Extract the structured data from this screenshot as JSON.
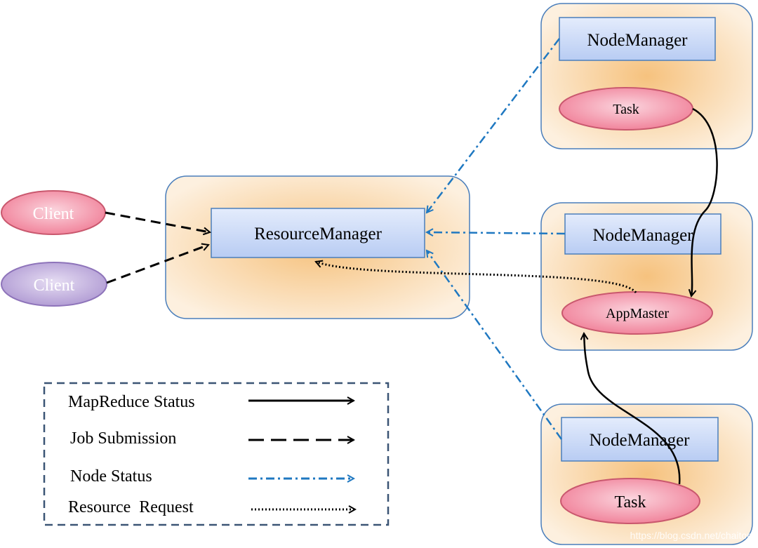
{
  "diagram": {
    "resource_manager": {
      "label": "ResourceManager"
    },
    "clients": [
      {
        "label": "Client"
      },
      {
        "label": "Client"
      }
    ],
    "node_managers": [
      {
        "label": "NodeManager",
        "child": "Task"
      },
      {
        "label": "NodeManager",
        "child": "AppMaster"
      },
      {
        "label": "NodeManager",
        "child": "Task"
      }
    ],
    "legend": [
      {
        "label": "MapReduce Status",
        "style": "solid"
      },
      {
        "label": "Job Submission",
        "style": "dashed"
      },
      {
        "label": "Node Status",
        "style": "dash-dot"
      },
      {
        "label": "Resource  Request",
        "style": "dotted"
      }
    ],
    "watermark": "https://blog.csdn.net/chaiton",
    "colors": {
      "container_edge": "#4a7ebb",
      "container_fill_inner": "#f7c98a",
      "container_fill_outer": "#fdf1e2",
      "box_fill_top": "#dbe6fb",
      "box_fill_bottom": "#b9cdf4",
      "box_edge": "#4a7ebb",
      "ellipse_pink": "#f38aa0",
      "ellipse_pink_edge": "#c9586e",
      "ellipse_purple": "#b9a6d8",
      "ellipse_purple_edge": "#8e74ba",
      "node_status": "#1f78c1",
      "legend_border": "#3b5575"
    }
  }
}
